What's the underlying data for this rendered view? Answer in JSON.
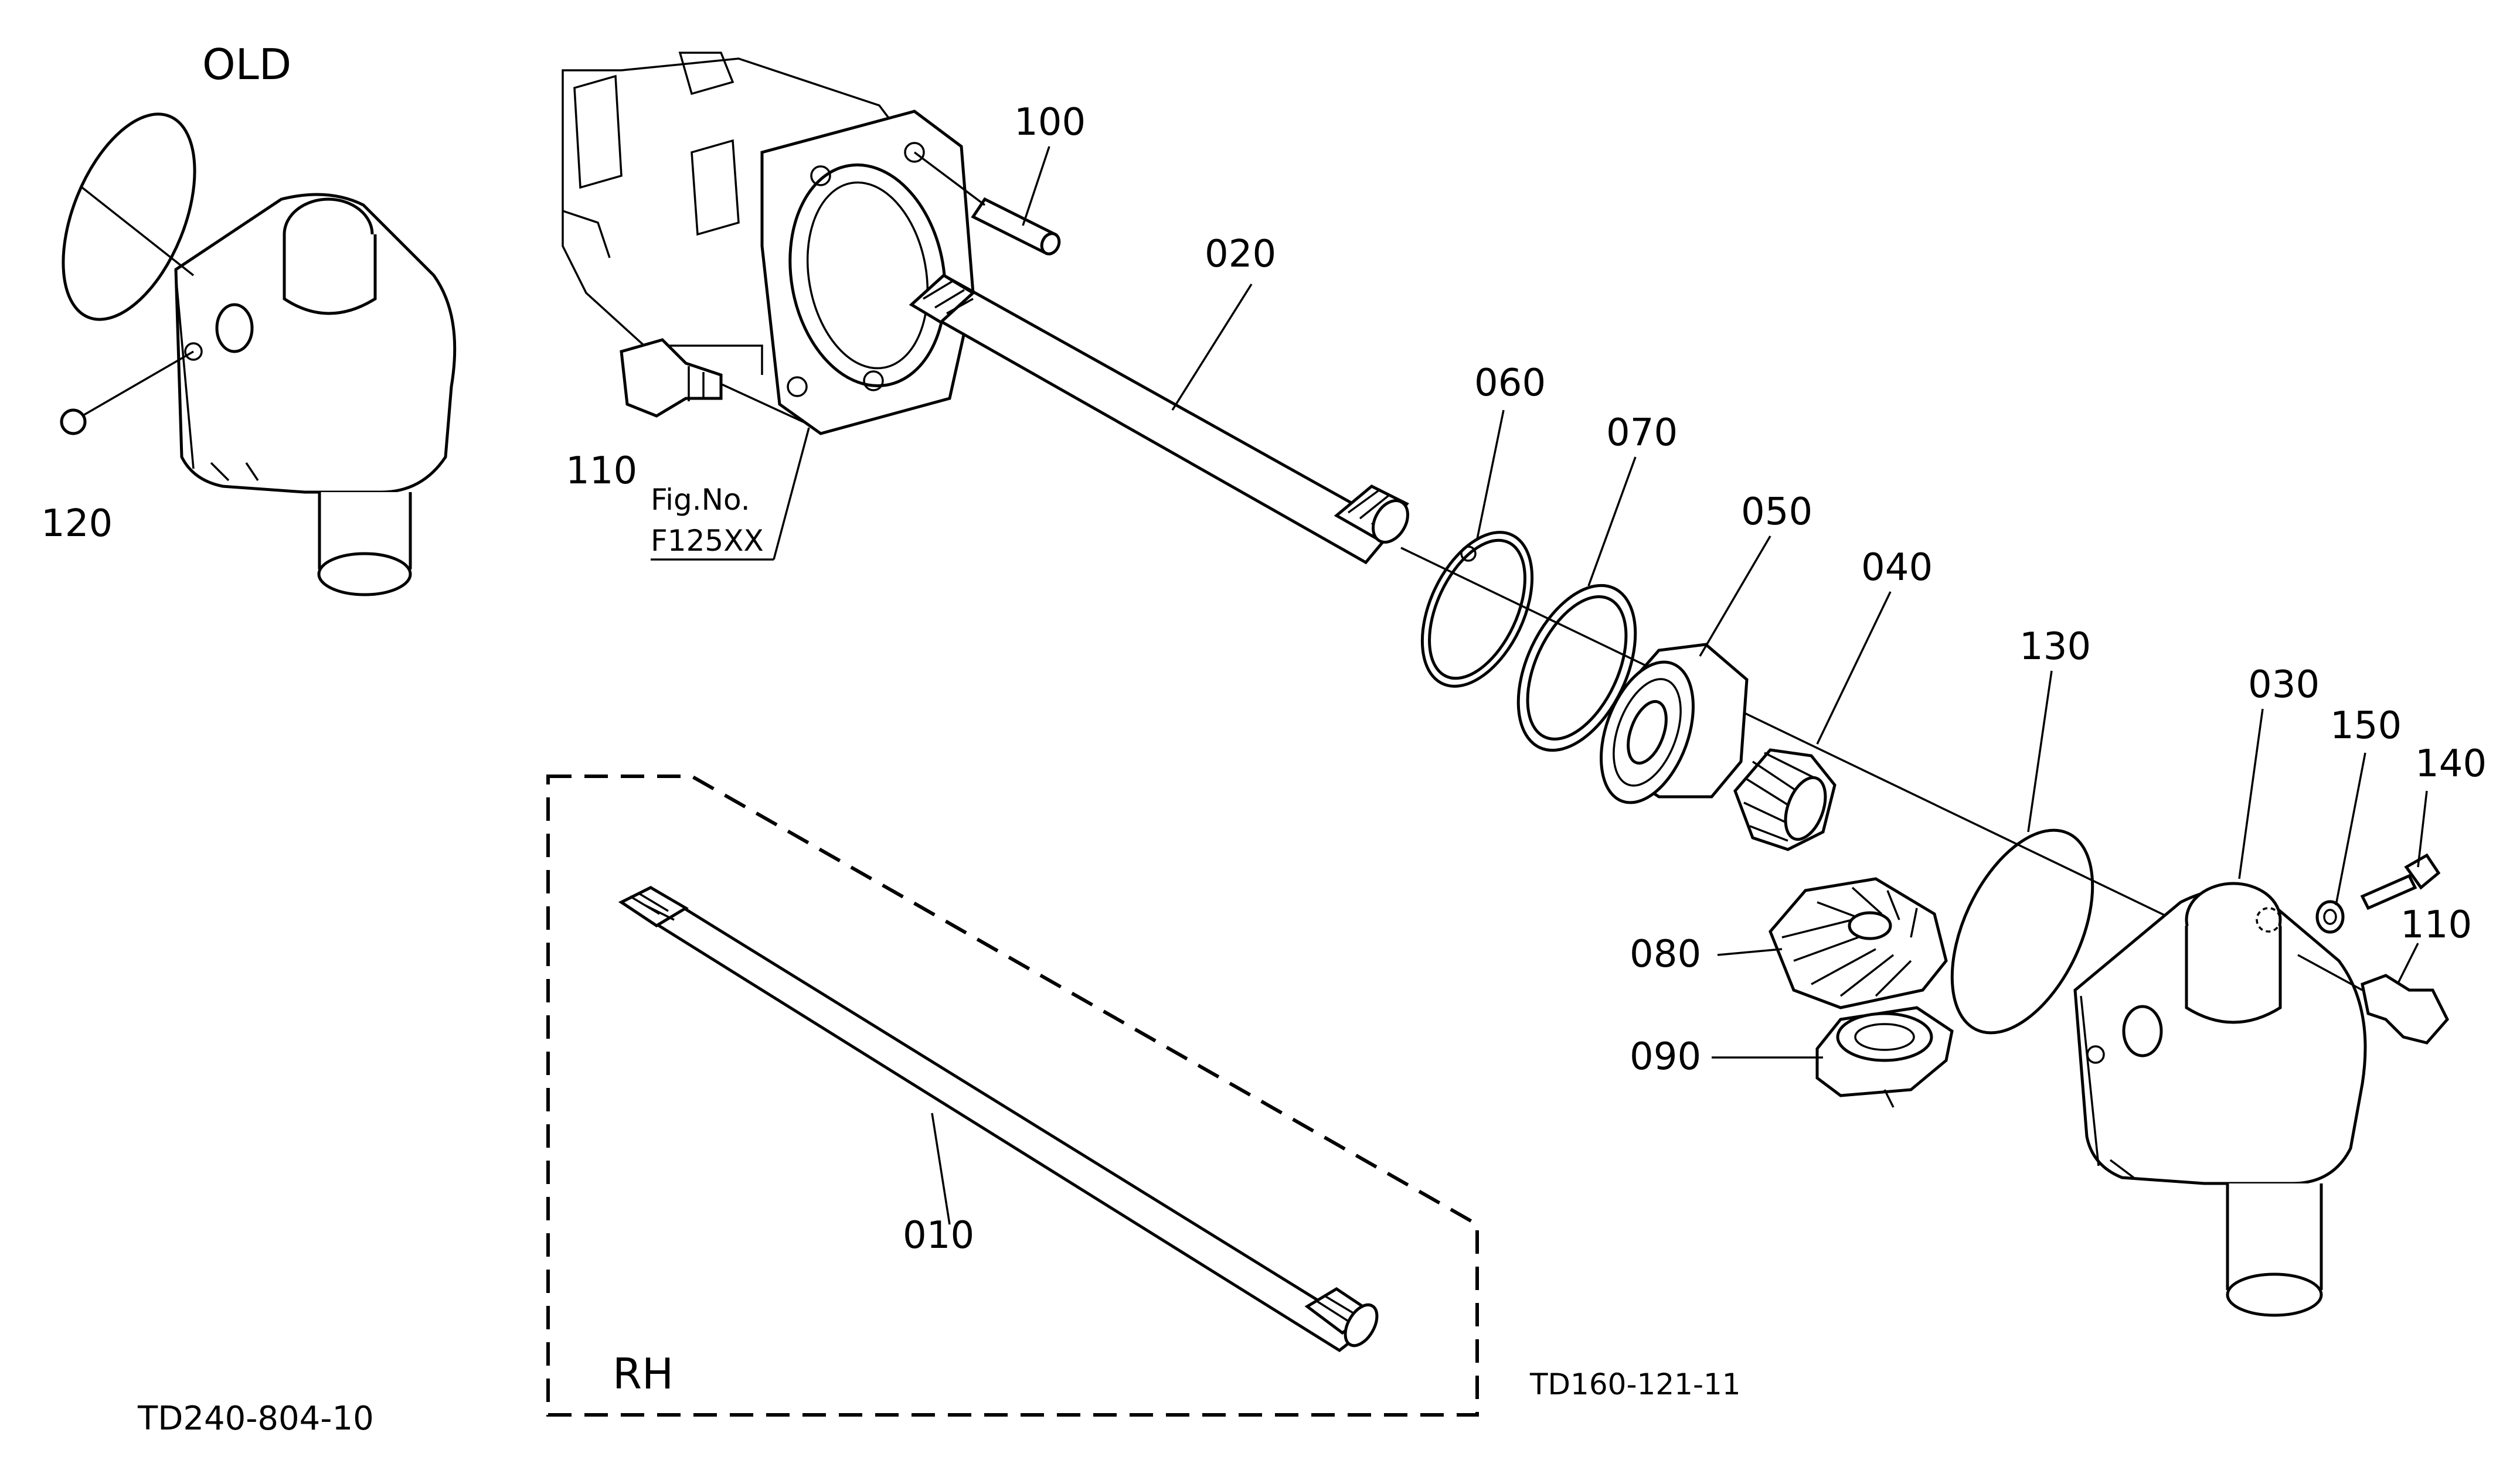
{
  "variant_label": "OLD",
  "group_label": "RH",
  "figure_ref": {
    "line1": "Fig.No.",
    "line2": "F125XX"
  },
  "footer": {
    "left_code": "TD240-804-10",
    "right_code": "TD160-121-11"
  },
  "callouts": {
    "p010": "010",
    "p020": "020",
    "p030": "030",
    "p040": "040",
    "p050": "050",
    "p060": "060",
    "p070": "070",
    "p080": "080",
    "p090": "090",
    "p100": "100",
    "p110a": "110",
    "p110b": "110",
    "p120": "120",
    "p130": "130",
    "p140": "140",
    "p150": "150"
  }
}
